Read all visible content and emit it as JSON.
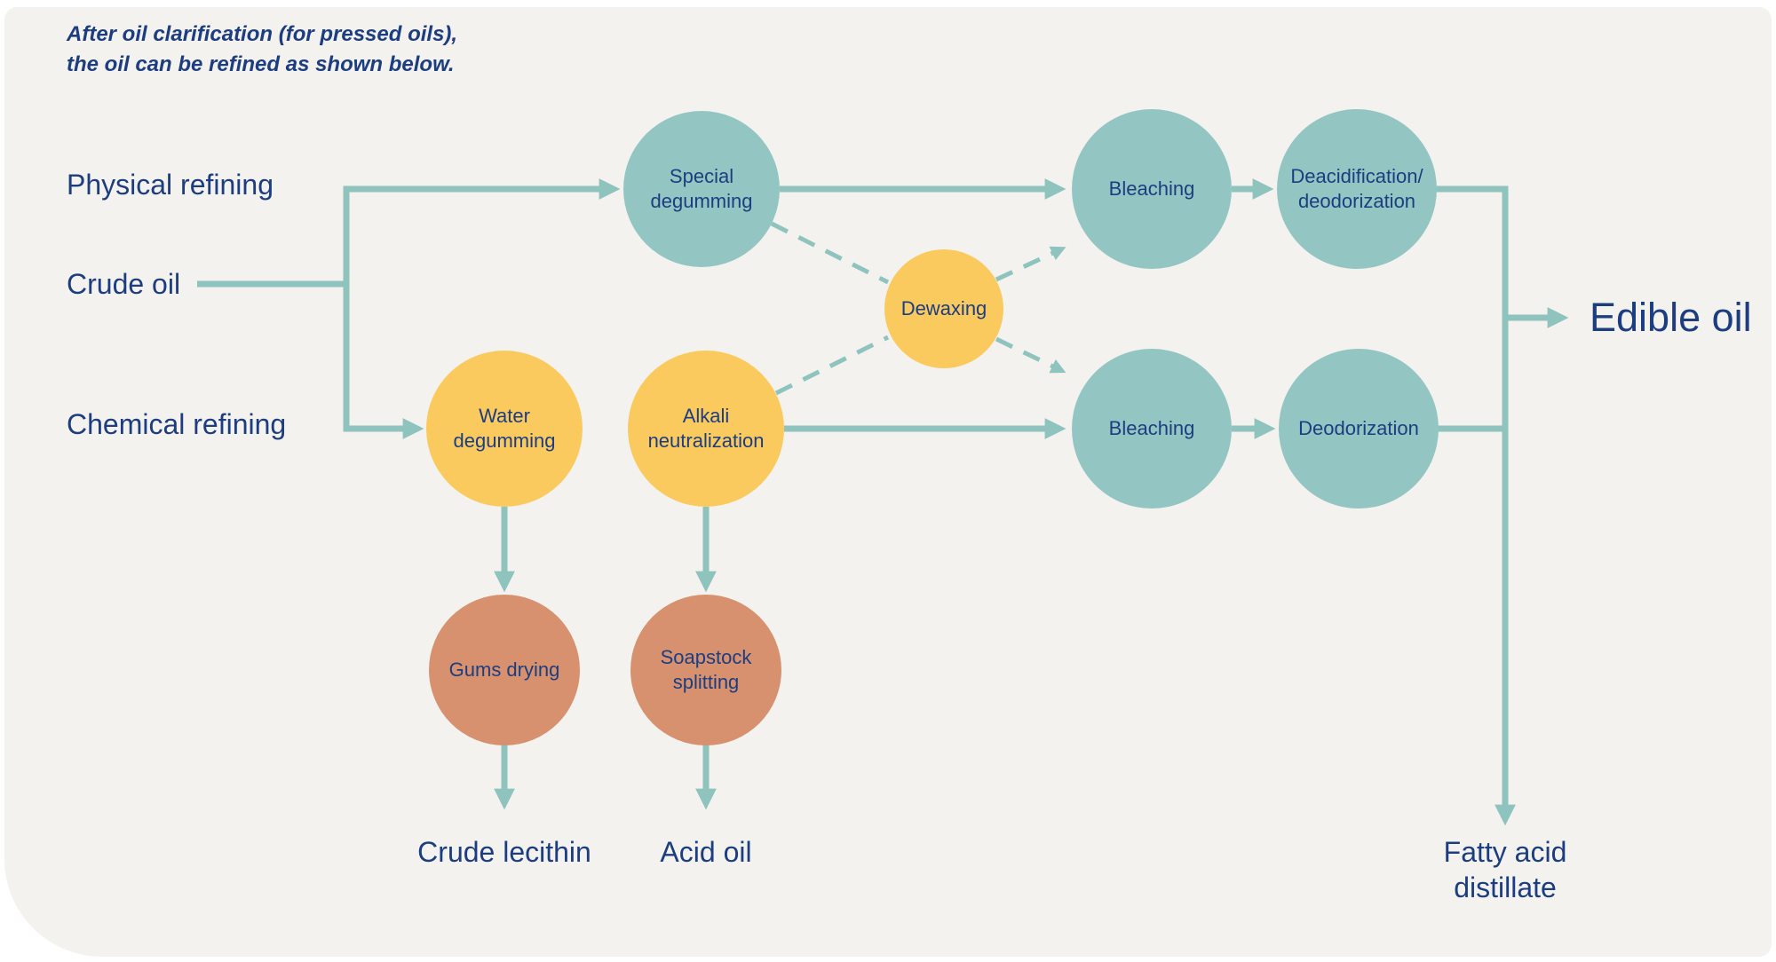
{
  "caption": {
    "line1": "After oil clarification (for pressed oils),",
    "line2": "the oil can be refined as shown below."
  },
  "side_labels": {
    "physical_refining": "Physical refining",
    "crude_oil": "Crude oil",
    "chemical_refining": "Chemical refining"
  },
  "nodes": {
    "special_degumming": {
      "label": "Special degumming"
    },
    "bleaching_top": {
      "label": "Bleaching"
    },
    "deacidification_deodorization": {
      "label": "Deacidification/ deodorization"
    },
    "dewaxing": {
      "label": "Dewaxing"
    },
    "water_degumming": {
      "label": "Water degumming"
    },
    "alkali_neutralization": {
      "label": "Alkali neutralization"
    },
    "bleaching_bottom": {
      "label": "Bleaching"
    },
    "deodorization": {
      "label": "Deodorization"
    },
    "gums_drying": {
      "label": "Gums drying"
    },
    "soapstock_splitting": {
      "label": "Soapstock splitting"
    }
  },
  "outputs": {
    "edible_oil": "Edible oil",
    "crude_lecithin": "Crude lecithin",
    "acid_oil": "Acid oil",
    "fatty_acid_distillate": "Fatty acid distillate"
  },
  "colors": {
    "bg": "#f4f2ef",
    "teal": "#93c6c2",
    "yellow": "#fbca5f",
    "salmon": "#d8916f",
    "line": "#8fc3bd",
    "navy": "#1c3d80"
  }
}
